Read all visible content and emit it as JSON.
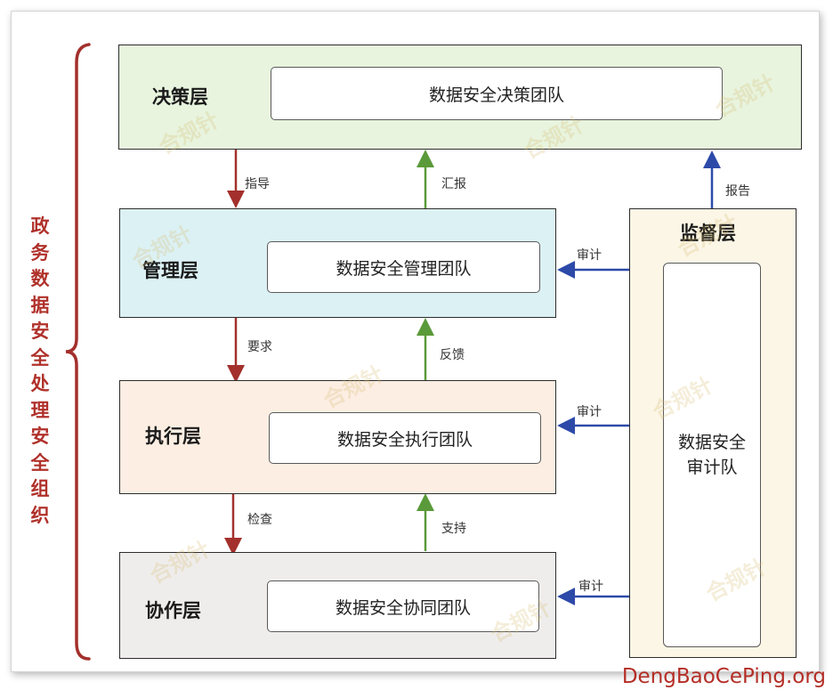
{
  "side_title": "政务数据安全处理安全组织",
  "layers": [
    {
      "name": "决策层",
      "team": "数据安全决策团队"
    },
    {
      "name": "管理层",
      "team": "数据安全管理团队"
    },
    {
      "name": "执行层",
      "team": "数据安全执行团队"
    },
    {
      "name": "协作层",
      "team": "数据安全协同团队"
    }
  ],
  "supervision": {
    "name": "监督层",
    "team": "数据安全审计队"
  },
  "edges": {
    "guide": "指导",
    "report_up": "汇报",
    "require": "要求",
    "feedback": "反馈",
    "check": "检查",
    "support": "支持",
    "audit_1": "审计",
    "audit_2": "审计",
    "audit_3": "审计",
    "report_to_decision": "报告"
  },
  "watermark": "合规针",
  "footer": "DengBaoCePing.org",
  "colors": {
    "decision_bg": "#e8f4de",
    "management_bg": "#dcf1f4",
    "execution_bg": "#fceee3",
    "collaboration_bg": "#efedec",
    "supervision_bg": "#fbf6e6",
    "down_arrow": "#a3302c",
    "up_arrow": "#5a9a3a",
    "audit_arrow": "#2d4aa8",
    "title": "#b0312b"
  }
}
